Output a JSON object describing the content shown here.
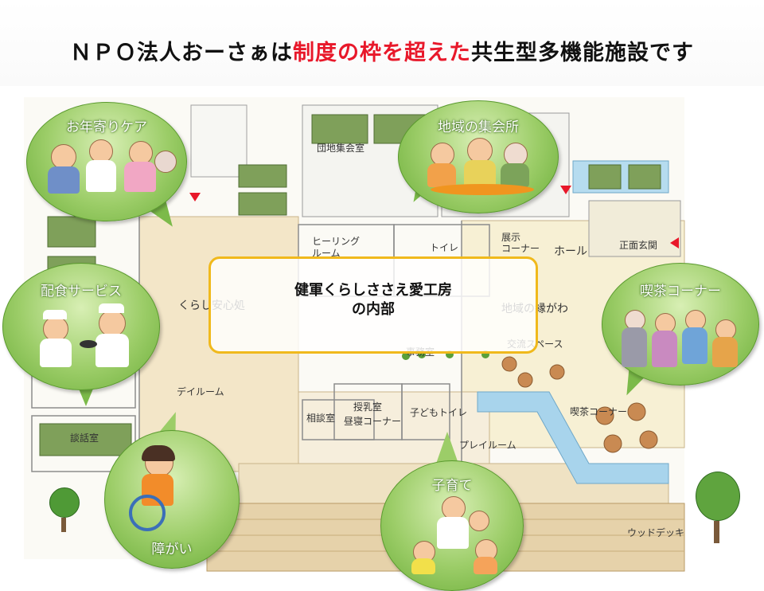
{
  "header": {
    "title_pre": "ＮＰＯ法人おーさぁは",
    "title_highlight": "制度の枠を超えた",
    "title_post": "共生型多機能施設です"
  },
  "center_box": {
    "line1": "健軍くらしささえ愛工房",
    "line2": "の内部"
  },
  "rooms": {
    "danchi_shukaishitsu": "団地集会室",
    "healing_room_1": "ヒーリング",
    "healing_room_2": "ルーム",
    "toilet": "トイレ",
    "tenji_corner_1": "展示",
    "tenji_corner_2": "コーナー",
    "hall": "ホール",
    "shomen_genkan": "正面玄関",
    "kurashi_anshin": "くらし安心処",
    "chiiki_engawa": "地域の縁がわ",
    "koryu_space": "交流スペース",
    "jimushitsu": "事務室",
    "day_room": "デイルーム",
    "sodanshitsu": "相談室",
    "junyushitsu": "授乳室",
    "hirune_corner": "昼寝コーナー",
    "kodomo_toilet": "子どもトイレ",
    "play_room": "プレイルーム",
    "kissa_corner_room": "喫茶コーナー",
    "danwashitsu": "談話室",
    "wood_deck": "ウッドデッキ"
  },
  "bubbles": {
    "elderly_care": "お年寄りケア",
    "community_hall": "地域の集会所",
    "meal_service": "配食サービス",
    "cafe_corner": "喫茶コーナー",
    "disability": "障がい",
    "child_rearing": "子育て"
  },
  "colors": {
    "title_highlight": "#e8182a",
    "bubble_green": "#9ccd68",
    "center_border": "#f0b91c",
    "marker_red": "#e8182a",
    "floor_wood": "#f3e6c8",
    "tatami": "#7fa05a"
  }
}
